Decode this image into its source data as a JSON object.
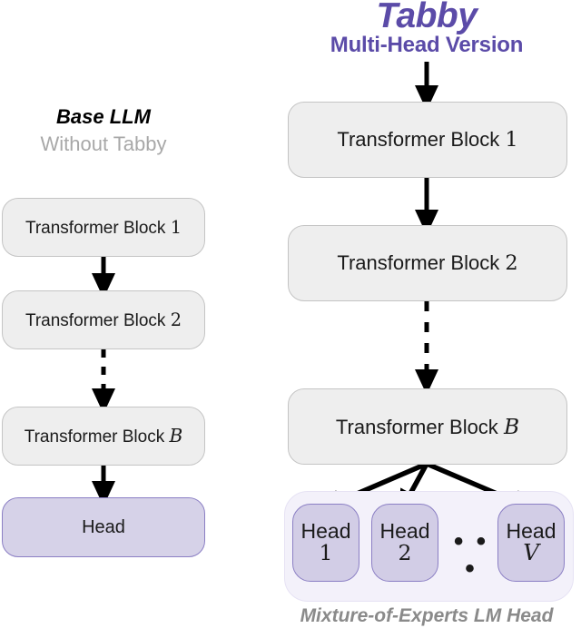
{
  "titles": {
    "tabby": "Tabby",
    "tabby_sub": "Multi-Head Version",
    "base": "Base LLM",
    "base_sub": "Without Tabby",
    "moe_caption": "Mixture-of-Experts LM Head"
  },
  "colors": {
    "accent_purple": "#5b4ba8",
    "box_gray_fill": "#eeeeee",
    "box_gray_border": "#c4c4c4",
    "box_purple_fill": "#d6d2e8",
    "box_purple_border": "#8b7fc4",
    "moe_container_fill": "#f3f1fa",
    "gray_text": "#a8a8a8",
    "caption_gray": "#8a8a8a",
    "arrow_black": "#000000"
  },
  "left_column": {
    "label": "Base LLM Without Tabby",
    "blocks": [
      {
        "prefix": "Transformer Block",
        "index": "1",
        "index_style": "number"
      },
      {
        "prefix": "Transformer Block",
        "index": "2",
        "index_style": "number"
      },
      {
        "prefix": "Transformer Block",
        "index": "B",
        "index_style": "math-italic"
      }
    ],
    "head": {
      "label": "Head"
    },
    "connectors": [
      {
        "from": "block-1",
        "to": "block-2",
        "style": "solid"
      },
      {
        "from": "block-2",
        "to": "block-B",
        "style": "dashed"
      },
      {
        "from": "block-B",
        "to": "head",
        "style": "solid"
      }
    ]
  },
  "right_column": {
    "label": "Tabby Multi-Head Version",
    "blocks": [
      {
        "prefix": "Transformer Block",
        "index": "1",
        "index_style": "number"
      },
      {
        "prefix": "Transformer Block",
        "index": "2",
        "index_style": "number"
      },
      {
        "prefix": "Transformer Block",
        "index": "B",
        "index_style": "math-italic"
      }
    ],
    "heads": [
      {
        "label": "Head",
        "index": "1",
        "index_style": "number"
      },
      {
        "label": "Head",
        "index": "2",
        "index_style": "number"
      },
      {
        "label": "Head",
        "index": "V",
        "index_style": "math-italic"
      }
    ],
    "heads_ellipsis": "• • •",
    "connectors": [
      {
        "from": "block-1",
        "to": "block-2",
        "style": "solid"
      },
      {
        "from": "block-2",
        "to": "block-B",
        "style": "dashed"
      },
      {
        "from": "block-B",
        "to": "head-1",
        "style": "solid-fan"
      },
      {
        "from": "block-B",
        "to": "head-2",
        "style": "solid-fan"
      },
      {
        "from": "block-B",
        "to": "head-V",
        "style": "solid-fan"
      }
    ],
    "moe_caption": "Mixture-of-Experts LM Head"
  }
}
